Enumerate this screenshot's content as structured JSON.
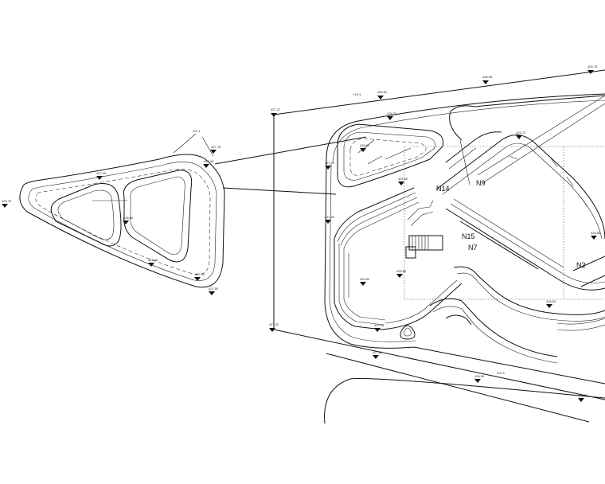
{
  "labels": {
    "n9": "N9",
    "n14": "N14",
    "n15": "N15",
    "n7": "N7",
    "n2": "N2"
  }
}
